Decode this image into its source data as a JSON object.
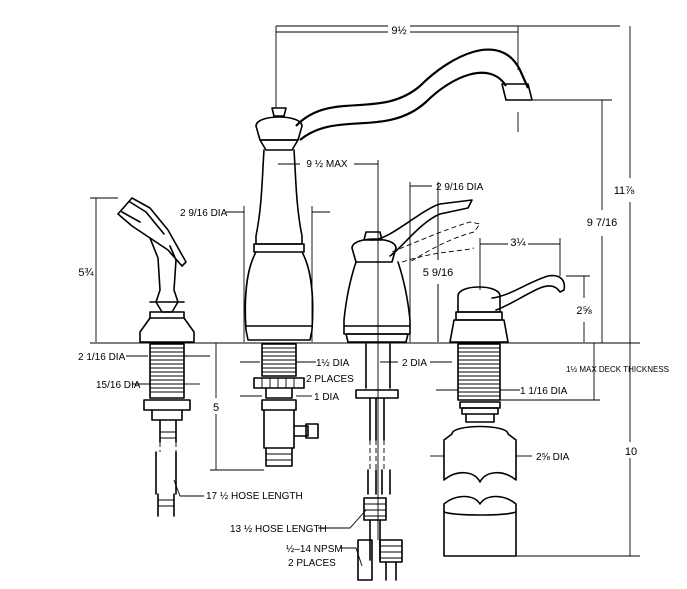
{
  "dimensions": {
    "spout_reach": "9½",
    "max_spread": "9 ½ MAX",
    "overall_height": "11⅞",
    "spout_height": "9 7/16",
    "spout_clearance": "10",
    "sprayer_height": "5¾",
    "sprayer_base_dia": "2 1/16 DIA",
    "sprayer_shank_dia": "15/16 DIA",
    "hose_length_sprayer": "17 ½ HOSE LENGTH",
    "faucet_body_dia": "2 9/16 DIA",
    "faucet_shank_dia": "1½ DIA",
    "faucet_shank_places": "2 PLACES",
    "faucet_nut_dia": "1 DIA",
    "shank_length": "5",
    "handle_dia": "2 9/16 DIA",
    "handle_height": "5 9/16",
    "handle_base_dia": "2 DIA",
    "hose_length_supply": "13 ½ HOSE LENGTH",
    "npsm": "½–14 NPSM",
    "npsm_places": "2 PLACES",
    "soap_reach": "3¼",
    "soap_height": "2⅝",
    "max_deck": "1½ MAX DECK THICKNESS",
    "soap_shank_dia": "1 1/16 DIA",
    "soap_bottle_dia": "2⅝ DIA"
  }
}
